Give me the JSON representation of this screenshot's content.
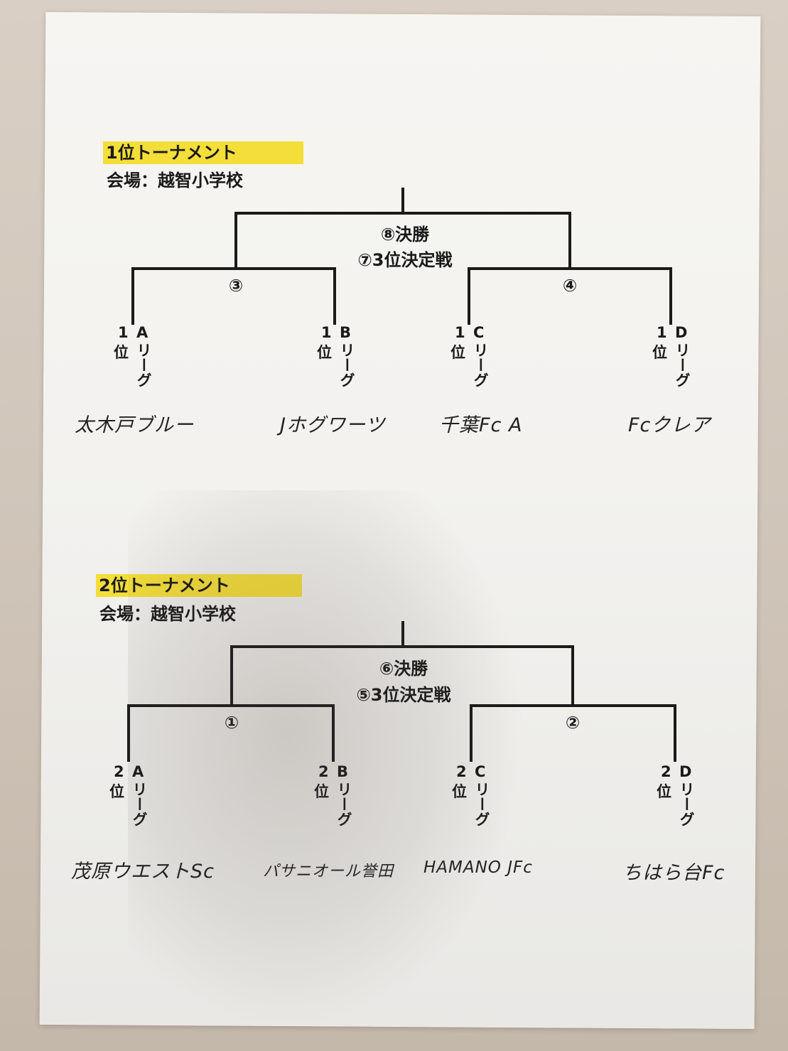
{
  "tournaments": [
    {
      "title": "1位トーナメント",
      "venue": "会場：越智小学校",
      "final": "⑧決勝",
      "third": "⑦3位決定戦",
      "semi_left": "③",
      "semi_right": "④",
      "seeds": [
        {
          "rank": "1",
          "rank_unit": "位",
          "league": "A",
          "league_word": "リーグ",
          "team": "太木戸ブルー"
        },
        {
          "rank": "1",
          "rank_unit": "位",
          "league": "B",
          "league_word": "リーグ",
          "team": "Jホグワーツ"
        },
        {
          "rank": "1",
          "rank_unit": "位",
          "league": "C",
          "league_word": "リーグ",
          "team": "千葉Fc A"
        },
        {
          "rank": "1",
          "rank_unit": "位",
          "league": "D",
          "league_word": "リーグ",
          "team": "Fcクレア"
        }
      ]
    },
    {
      "title": "2位トーナメント",
      "venue": "会場：越智小学校",
      "final": "⑥決勝",
      "third": "⑤3位決定戦",
      "semi_left": "①",
      "semi_right": "②",
      "seeds": [
        {
          "rank": "2",
          "rank_unit": "位",
          "league": "A",
          "league_word": "リーグ",
          "team": "茂原ウエストSc"
        },
        {
          "rank": "2",
          "rank_unit": "位",
          "league": "B",
          "league_word": "リーグ",
          "team": "パサニオール誉田"
        },
        {
          "rank": "2",
          "rank_unit": "位",
          "league": "C",
          "league_word": "リーグ",
          "team": "HAMANO JFc"
        },
        {
          "rank": "2",
          "rank_unit": "位",
          "league": "D",
          "league_word": "リーグ",
          "team": "ちはら台Fc"
        }
      ]
    }
  ]
}
